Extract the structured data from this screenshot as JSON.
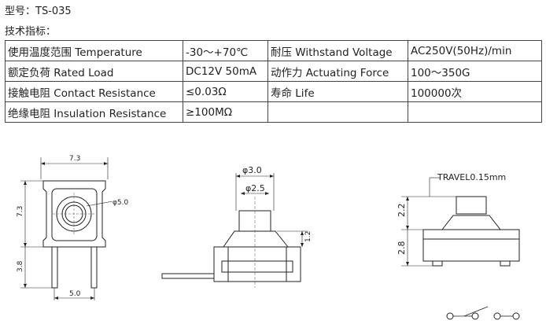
{
  "header": {
    "model": "型号：TS-035",
    "spec_title": "技术指标："
  },
  "specs": {
    "rows": [
      [
        {
          "label": "使用温度范围 Temperature",
          "value": "-30～+70℃"
        },
        {
          "label": "耐压 Withstand Voltage",
          "value": "AC250V(50Hz)/min"
        }
      ],
      [
        {
          "label": "额定负荷 Rated Load",
          "value": "DC12V 50mA"
        },
        {
          "label": "动作力 Actuating Force",
          "value": "100～350G"
        }
      ],
      [
        {
          "label": "接触电阻 Contact Resistance",
          "value": "≤0.03Ω"
        },
        {
          "label": "寿命 Life",
          "value": "100000次"
        }
      ],
      [
        {
          "label": "绝缘电阻 Insulation Resistance",
          "value": "≥100MΩ"
        },
        {
          "label": "",
          "value": ""
        }
      ]
    ]
  },
  "drawing": {
    "top_view": {
      "width": "7.3",
      "height": "7.3",
      "button_dia": "φ5.0",
      "lead_length": "3.8",
      "lead_pitch": "5.0"
    },
    "side_view": {
      "cap_dia": "φ3.0",
      "stem_dia": "φ2.5",
      "height": "1.2"
    },
    "front_view": {
      "travel": "TRAVEL0.15mm",
      "upper": "2.2",
      "lower": "2.8"
    }
  }
}
